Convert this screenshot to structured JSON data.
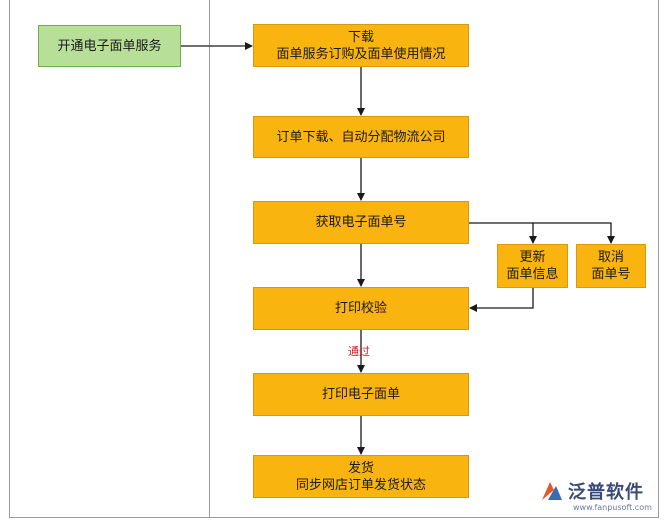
{
  "nodes": {
    "open_service": "开通电子面单服务",
    "download_title": "下载",
    "download_detail": "面单服务订购及面单使用情况",
    "order_download": "订单下载、自动分配物流公司",
    "get_number": "获取电子面单号",
    "update_line1": "更新",
    "update_line2": "面单信息",
    "cancel_line1": "取消",
    "cancel_line2": "面单号",
    "print_verify": "打印校验",
    "print_waybill": "打印电子面单",
    "ship_title": "发货",
    "ship_detail": "同步网店订单发货状态"
  },
  "edge_labels": {
    "pass": "通过"
  },
  "brand": {
    "name": "泛普软件",
    "url": "www.fanpusoft.com"
  },
  "colors": {
    "process_fill": "#f9b40f",
    "start_fill": "#b8df98",
    "edge_label": "#d42020"
  }
}
